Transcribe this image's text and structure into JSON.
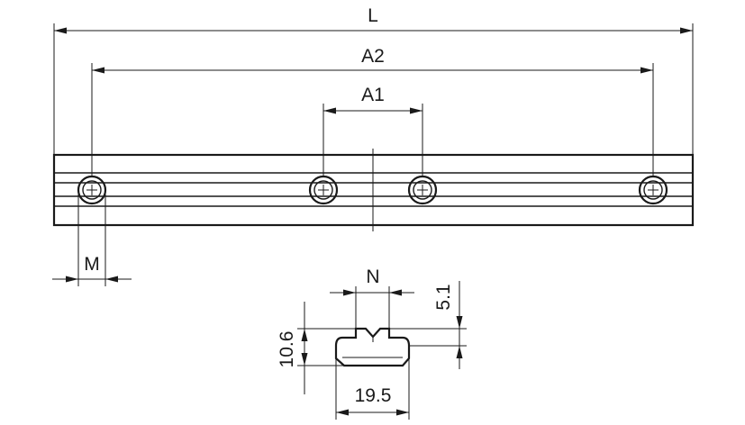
{
  "labels": {
    "L": "L",
    "A2": "A2",
    "A1": "A1",
    "M": "M",
    "N": "N",
    "dim_5_1": "5.1",
    "dim_10_6": "10.6",
    "dim_19_5": "19.5"
  }
}
